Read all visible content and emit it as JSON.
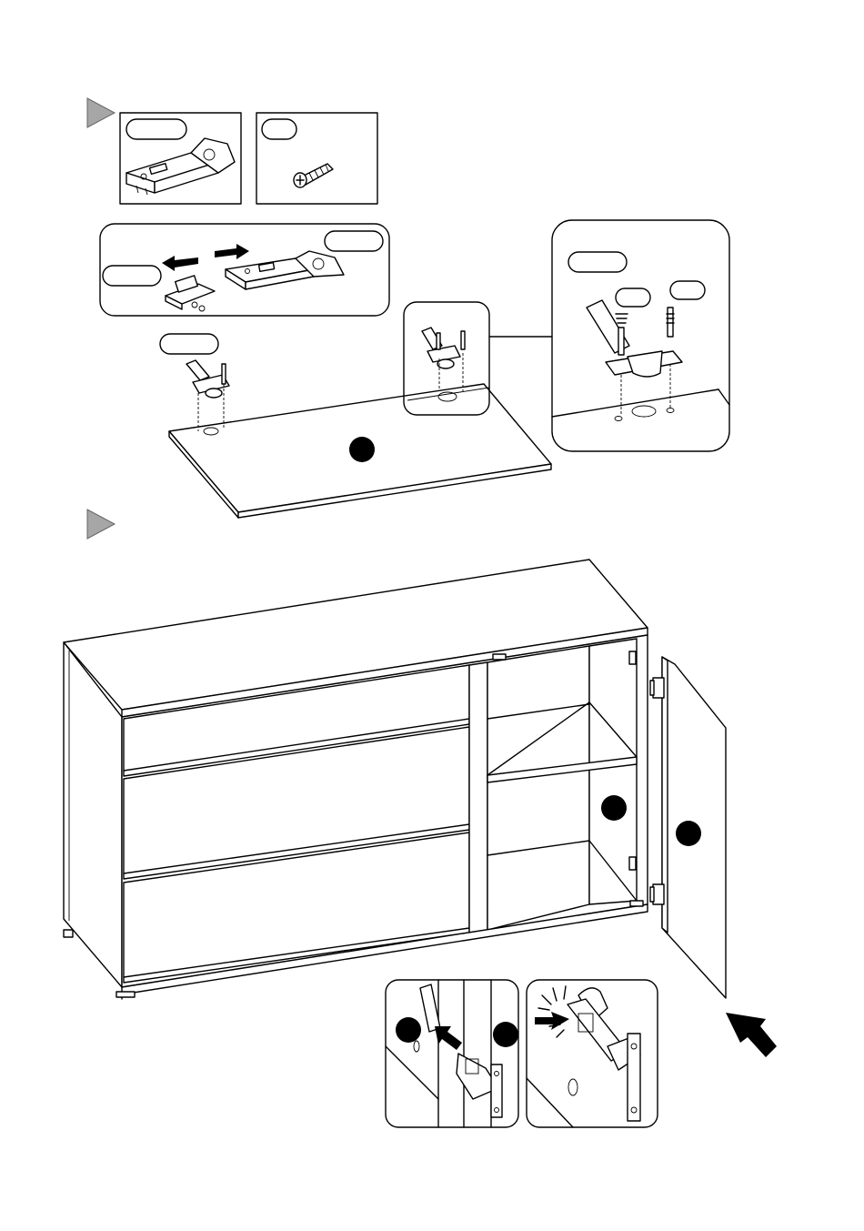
{
  "document": {
    "type": "assembly-instructions-page",
    "step_markers": [
      "step-marker",
      "step-marker"
    ],
    "colors": {
      "line": "#000000",
      "step_marker": "#a6a6a6",
      "background": "#ffffff"
    },
    "step_a": {
      "parts": [
        {
          "name": "hinge",
          "label": ""
        },
        {
          "name": "screw",
          "label": ""
        }
      ],
      "detail_labels": [
        "",
        "",
        "",
        "",
        "",
        "",
        ""
      ]
    },
    "step_b": {
      "part_markers": [
        "",
        "",
        "",
        ""
      ]
    }
  }
}
